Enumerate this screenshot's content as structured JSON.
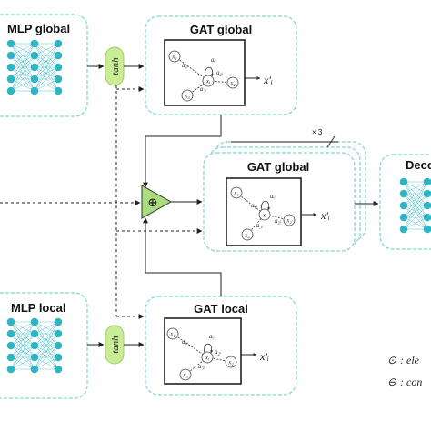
{
  "mlp_global": {
    "title": "MLP global"
  },
  "mlp_local": {
    "title": "MLP local"
  },
  "activation_top": {
    "label": "tanh"
  },
  "activation_bottom": {
    "label": "tanh"
  },
  "gat_global_top": {
    "title": "GAT global",
    "nodes": [
      "x₁",
      "x₂",
      "xᵢ",
      "x₃"
    ],
    "edges": [
      "a₁ᵢ",
      "aᵢᵢ",
      "a₂ᵢ",
      "a₃ᵢ"
    ],
    "output": "x′ᵢ"
  },
  "gat_global_mid": {
    "title": "GAT global",
    "nodes": [
      "x₁",
      "x₂",
      "xᵢ",
      "x₃"
    ],
    "edges": [
      "aᵢᵢ",
      "a₁ᵢ",
      "a₂ᵢ",
      "a₃ᵢ"
    ],
    "output": "x′ᵢ",
    "repeat_label": "× 3"
  },
  "gat_local": {
    "title": "GAT local",
    "nodes": [
      "x₁",
      "x₂",
      "xᵢ",
      "x₃"
    ],
    "edges": [
      "a₁ᵢ",
      "aᵢᵢ",
      "a₂ᵢ",
      "a₃ᵢ"
    ],
    "output": "x′ᵢ"
  },
  "concat_symbol": "⊕",
  "decoder": {
    "title": "Deco"
  },
  "legend": [
    {
      "symbol": "⊙",
      "text": ": ele"
    },
    {
      "symbol": "⊖",
      "text": ": con"
    }
  ],
  "colors": {
    "box_border": "#7fd6cf",
    "nn_node": "#2fb4c3",
    "tanh_fill": "#c9ec98",
    "tanh_border": "#9fd05a",
    "concat_fill": "#a8dc7e"
  }
}
